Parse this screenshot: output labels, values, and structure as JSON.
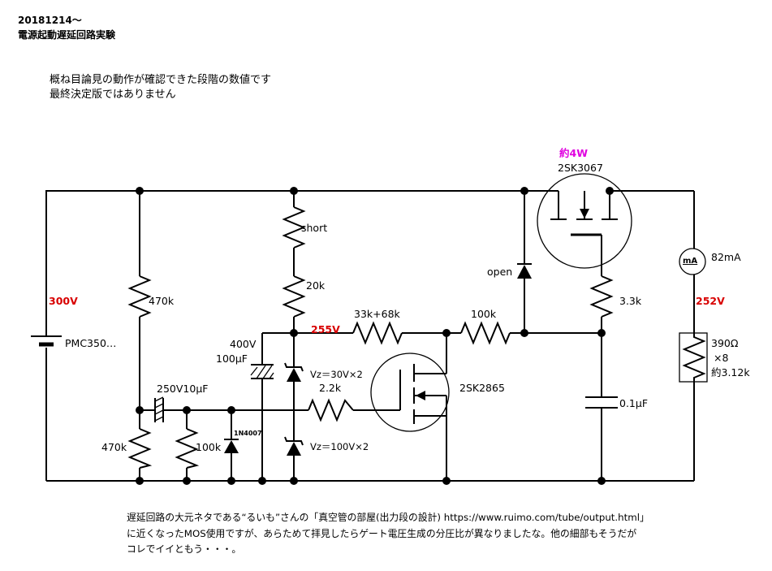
{
  "header": {
    "date": "20181214～",
    "title": "電源起動遅延回路実験"
  },
  "notes": {
    "line1": "概ね目論見の動作が確認できた段階の数値です",
    "line2": "最終決定版ではありません"
  },
  "footer": {
    "line1": "遅延回路の大元ネタである“るいも”さんの「真空管の部屋(出力段の設計) https://www.ruimo.com/tube/output.html」",
    "line2": "に近くなったMOS使用ですが、あらためて拝見したらゲート電圧生成の分圧比が異なりましたな。他の細部もそうだが",
    "line3": "コレでイイともう・・・。"
  },
  "circuit": {
    "supply_voltage": "300V",
    "supply_name": "PMC350…",
    "r_470k_top": "470k",
    "r_470k_bottom": "470k",
    "cap_250v": "250V10μF",
    "r_100k_gate": "100k",
    "diode_1n4007": "1N4007",
    "r_short": "short",
    "r_20k": "20k",
    "cap_400v": "400V",
    "cap_100uf": "100μF",
    "node_255v": "255V",
    "zener_30v": "Vz＝30V×2",
    "zener_100v": "Vz＝100V×2",
    "r_2_2k": "2.2k",
    "r_33k_68k": "33k+68k",
    "mos_2sk2865": "2SK2865",
    "r_100k_right": "100k",
    "diode_open": "open",
    "power_4w": "約4W",
    "mos_2sk3067": "2SK3067",
    "r_3_3k": "3.3k",
    "cap_0_1uf": "0.1μF",
    "meter_unit": "mA",
    "meter_reading": "82mA",
    "node_252v": "252V",
    "load_r": "390Ω",
    "load_count": "×8",
    "load_total": "約3.12k"
  }
}
